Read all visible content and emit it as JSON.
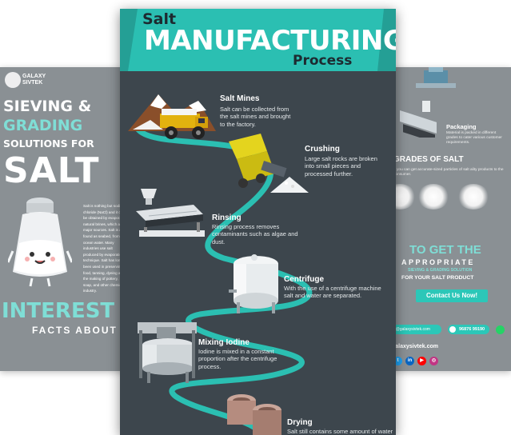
{
  "left_poster": {
    "logo": "GALAXY SIVTEK",
    "headline_1": "SIEVING &",
    "headline_2": "GRADING",
    "headline_3": "SOLUTIONS FOR",
    "headline_4": "SALT",
    "body_text": "Salt is nothing but sodium chloride (NaCl) and it can be obtained by evaporation natural brines, which are major sources. Salt is also found as seabed, from ocean water. Many industries use salt produced by evaporation technique. Salt has long been used in preserving food, tanning, dyeing and the making of pottery, soap, and other chemical industry.",
    "interesting": "INTEREST",
    "facts_about": "FACTS ABOUT"
  },
  "main_poster": {
    "title_top": "Salt",
    "title_main": "MANUFACTURING",
    "title_bottom": "Process",
    "steps": [
      {
        "title": "Salt Mines",
        "desc": "Salt can be collected from the salt mines and brought to the factory."
      },
      {
        "title": "Crushing",
        "desc": "Large salt rocks are broken into small pieces and processed further."
      },
      {
        "title": "Rinsing",
        "desc": "Rinsing process removes contaminants such as algae and dust."
      },
      {
        "title": "Centrifuge",
        "desc": "With the use of a centrifuge machine salt and water are separated."
      },
      {
        "title": "Mixing Iodine",
        "desc": "Iodine is mixed in a constant proportion after the centrifuge process."
      },
      {
        "title": "Drying",
        "desc": "Salt still contains some amount of water"
      }
    ]
  },
  "right_poster": {
    "packaging_title": "Packaging",
    "packaging_desc": "Material is packed in different grades to cater various customer requirements.",
    "grades_title": "GRADES OF SALT",
    "grades_desc": "n you can get accurate-sized particles of salt ality products to the consumer.",
    "to_get": "TO GET THE",
    "appropriate": "APPROPRIATE",
    "sieving_solution": "SIEVING & GRADING SOLUTION",
    "for_product": "FOR YOUR SALT PRODUCT",
    "contact_button": "Contact Us Now!",
    "email": "o@galaxysivtek.com",
    "phone": "96876 99190",
    "website": "galaxysivtek.com",
    "social": [
      "t",
      "in",
      "▶",
      "◎"
    ]
  },
  "colors": {
    "teal": "#2bbfb2",
    "dark_bg": "#3d464d",
    "grey_bg": "#8a9094",
    "light_teal": "#7fded6"
  }
}
